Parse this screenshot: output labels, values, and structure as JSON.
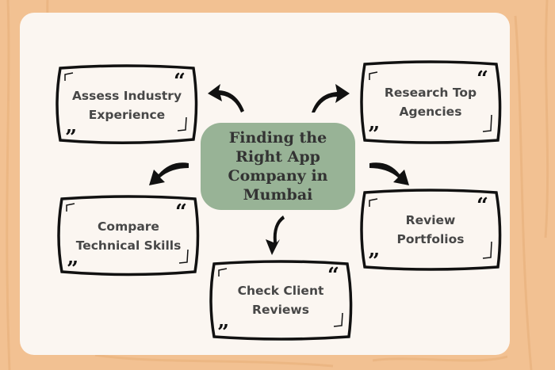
{
  "center": {
    "title_lines": [
      "Finding the",
      "Right App",
      "Company in",
      "Mumbai"
    ]
  },
  "nodes": [
    {
      "id": "assess",
      "lines": [
        "Assess Industry",
        "Experience"
      ]
    },
    {
      "id": "research",
      "lines": [
        "Research Top",
        "Agencies"
      ]
    },
    {
      "id": "compare",
      "lines": [
        "Compare",
        "Technical Skills"
      ]
    },
    {
      "id": "portfolios",
      "lines": [
        "Review Portfolios"
      ]
    },
    {
      "id": "reviews",
      "lines": [
        "Check Client",
        "Reviews"
      ]
    }
  ],
  "quote_open": "“",
  "quote_close": "”",
  "colors": {
    "background": "#f2c192",
    "panel": "#fbf6f1",
    "center": "#98b396",
    "text": "#474747"
  }
}
